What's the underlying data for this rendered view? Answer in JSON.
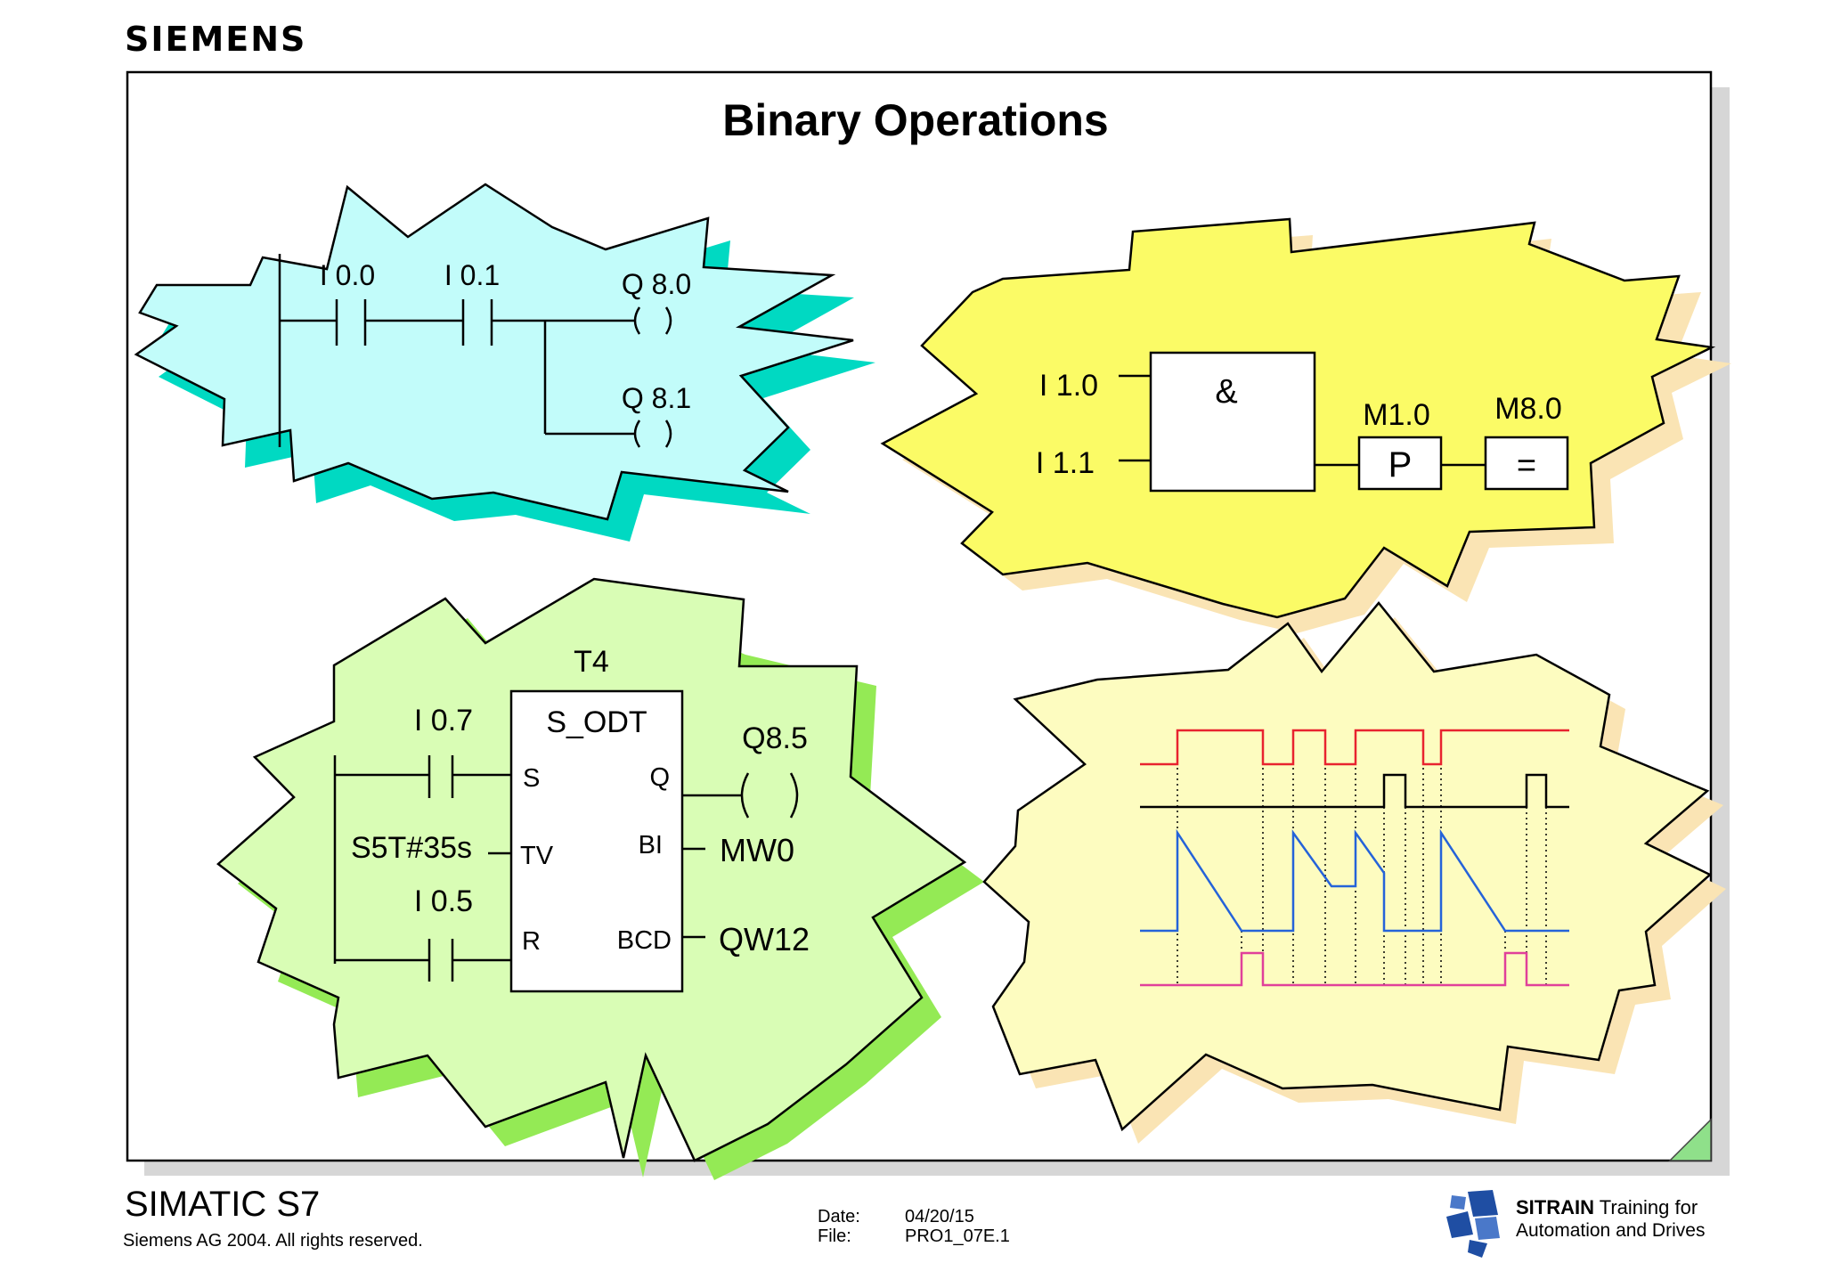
{
  "header": {
    "brand": "SIEMENS"
  },
  "slide": {
    "title": "Binary Operations"
  },
  "ladder_network": {
    "contacts": [
      "I 0.0",
      "I 0.1"
    ],
    "coils": [
      "Q 8.0",
      "Q 8.1"
    ]
  },
  "fbd_network": {
    "inputs": [
      "I 1.0",
      "I 1.1"
    ],
    "and_symbol": "&",
    "edge_memory": "M1.0",
    "edge_box": "P",
    "output_address": "M8.0",
    "assign_box": "="
  },
  "timer_network": {
    "timer_name": "T4",
    "timer_type": "S_ODT",
    "set_contact": "I 0.7",
    "reset_contact": "I 0.5",
    "time_value": "S5T#35s",
    "pins": {
      "s": "S",
      "tv": "TV",
      "r": "R",
      "q": "Q",
      "bi": "BI",
      "bcd": "BCD"
    },
    "q_output": "Q8.5",
    "bi_output": "MW0",
    "bcd_output": "QW12"
  },
  "timing_diagram": {
    "signals": [
      {
        "role": "set-input",
        "color": "#e8232f"
      },
      {
        "role": "reset-input",
        "color": "#000000"
      },
      {
        "role": "timer-value",
        "color": "#2563d9"
      },
      {
        "role": "output",
        "color": "#e0409a"
      }
    ]
  },
  "colors": {
    "ladder_burst": "#c2fcfa",
    "ladder_shadow": "#00d9c2",
    "fbd_burst": "#fbfb66",
    "fbd_shadow": "#fae4b4",
    "timer_burst": "#d9fdb5",
    "timer_shadow": "#94ea55",
    "timing_burst": "#fdfcc0",
    "timing_shadow": "#fae4b4"
  },
  "footer": {
    "product": "SIMATIC S7",
    "copyright": "Siemens AG 2004. All rights reserved.",
    "date_label": "Date:",
    "date_value": "04/20/15",
    "file_label": "File:",
    "file_value": "PRO1_07E.1",
    "sitrain_name": "SITRAIN",
    "sitrain_tagline_1": "Training for",
    "sitrain_tagline_2": "Automation and Drives"
  }
}
